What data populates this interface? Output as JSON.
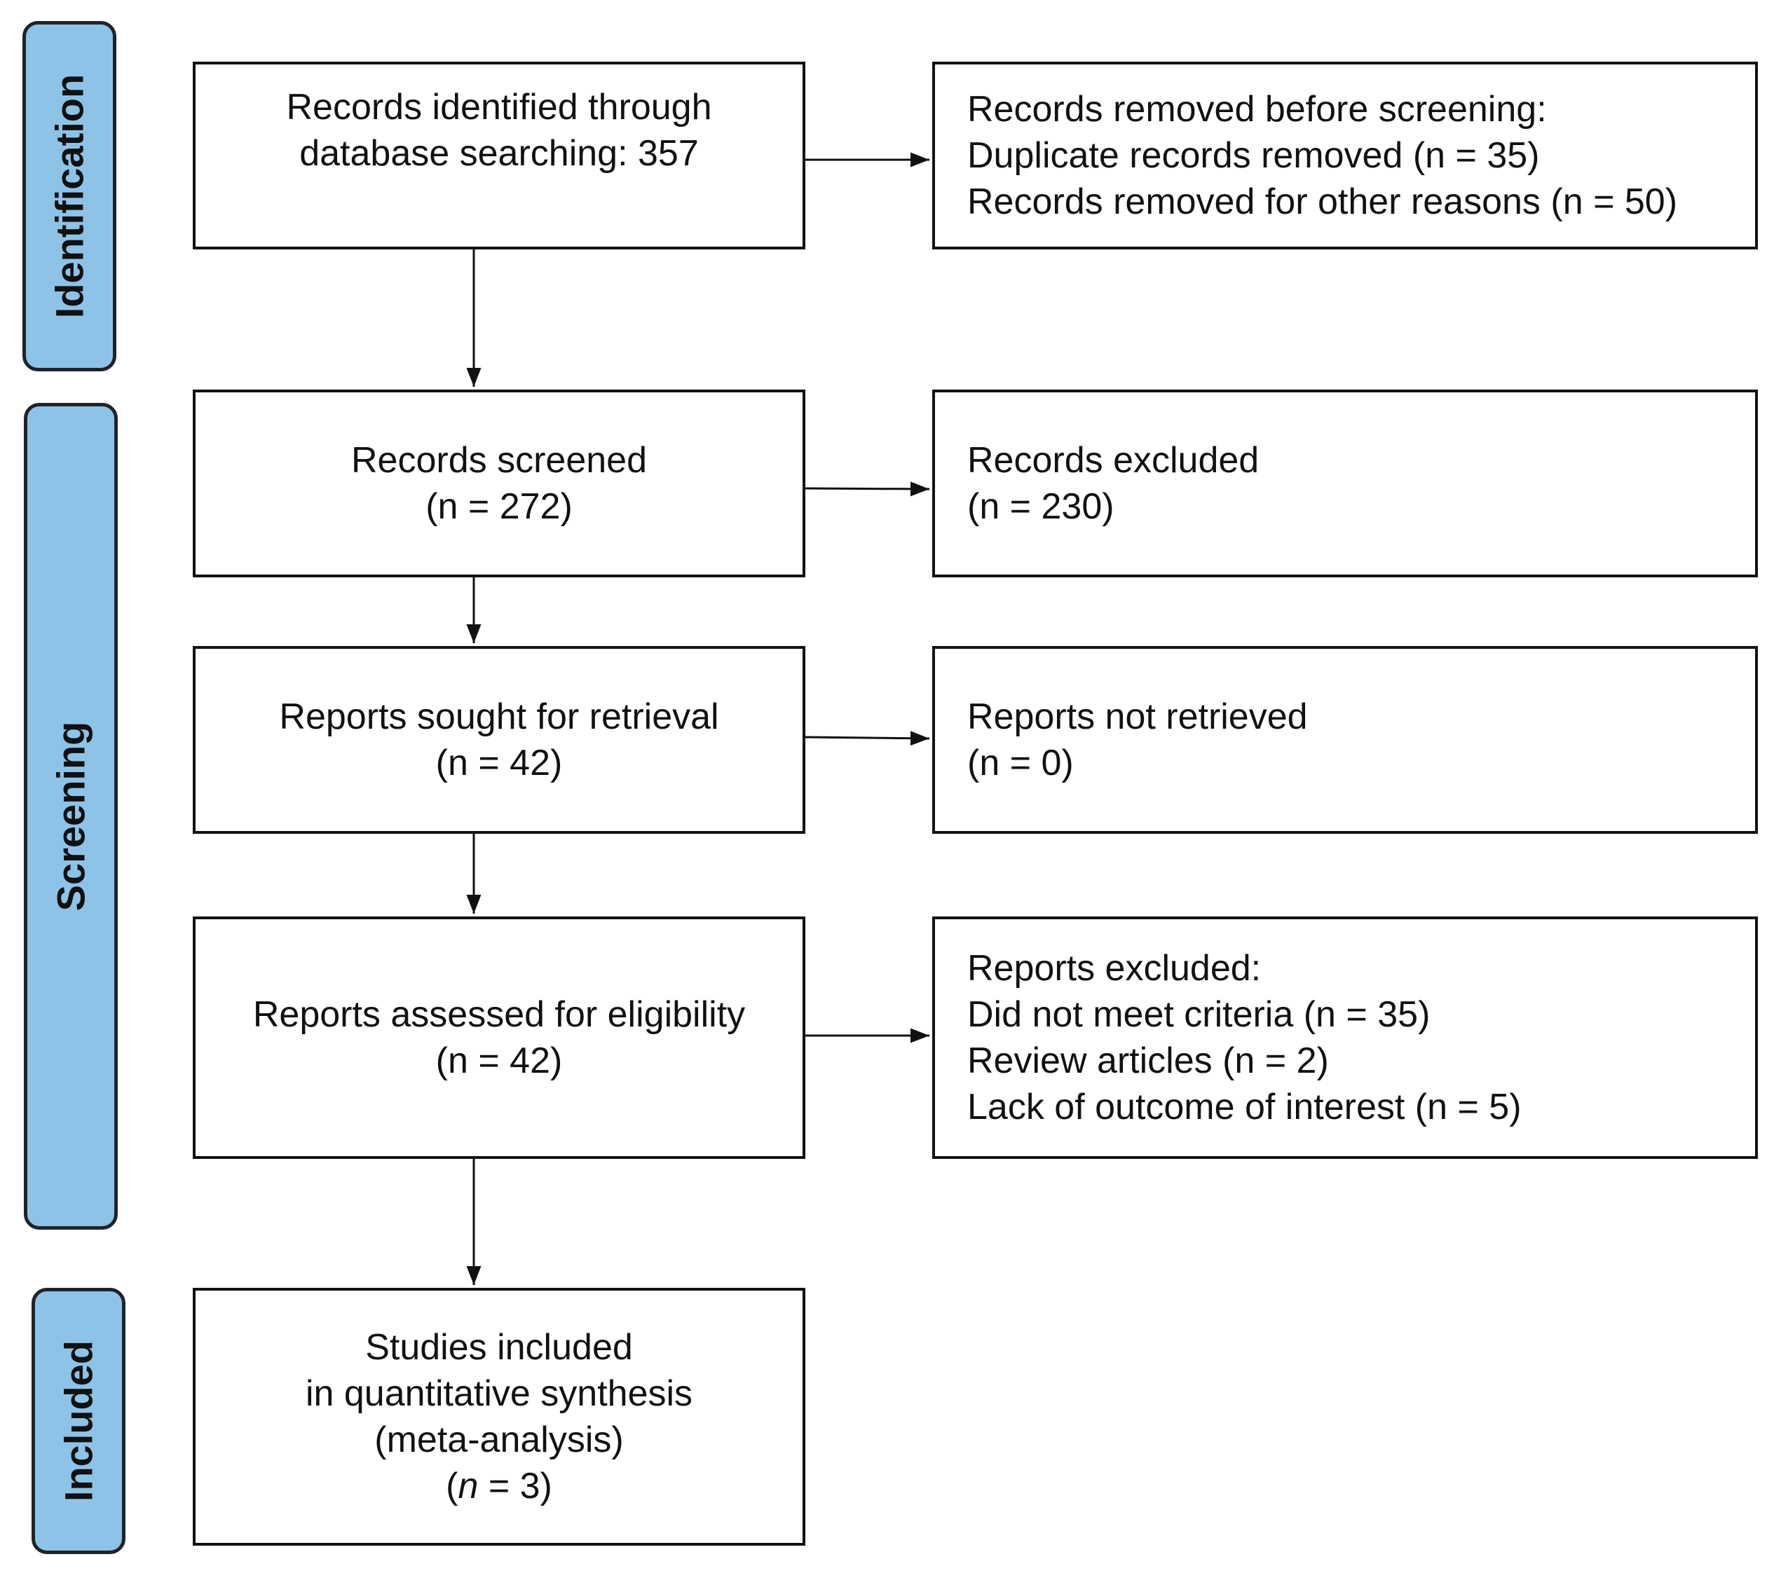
{
  "phases": {
    "identification": "Identification",
    "screening": "Screening",
    "included": "Included"
  },
  "boxes": {
    "identified": {
      "lines": [
        "Records identified through",
        "database searching: 357"
      ]
    },
    "removed": {
      "lines": [
        "Records removed before screening:",
        "Duplicate records removed (n = 35)",
        "Records removed for other reasons (n = 50)"
      ]
    },
    "screened": {
      "lines": [
        "Records screened",
        "(n = 272)"
      ]
    },
    "excluded": {
      "lines": [
        "Records excluded",
        "(n = 230)"
      ]
    },
    "sought": {
      "lines": [
        "Reports sought for retrieval",
        "(n = 42)"
      ]
    },
    "not_retrieved": {
      "lines": [
        "Reports not retrieved",
        "(n = 0)"
      ]
    },
    "assessed": {
      "lines": [
        "Reports assessed for eligibility",
        "(n = 42)"
      ]
    },
    "reports_excluded": {
      "lines": [
        "Reports excluded:",
        "Did not meet criteria (n = 35)",
        "Review articles (n = 2)",
        "Lack of outcome of interest (n = 5)"
      ]
    },
    "included": {
      "lines": [
        "Studies included",
        "in quantitative synthesis",
        "(meta-analysis)"
      ],
      "count_open": "(",
      "count_var": "n",
      "count_rest": " = 3)"
    }
  }
}
